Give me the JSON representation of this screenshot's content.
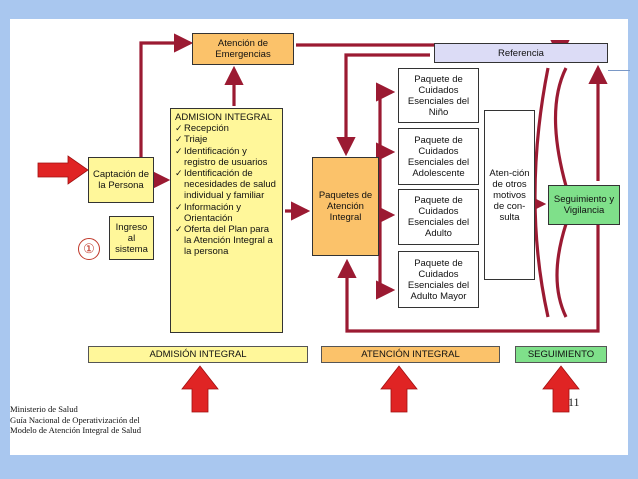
{
  "boxes": {
    "emergencias": "Atención de Emergencias",
    "referencia": "Referencia",
    "captacion": "Captación de la Persona",
    "ingreso": "Ingreso al sistema",
    "paquetes": "Paquetes de Atención Integral",
    "nino": "Paquete de Cuidados Esenciales del Niño",
    "adolescente": "Paquete de Cuidados Esenciales del Adolescente",
    "adulto": "Paquete de Cuidados Esenciales del Adulto",
    "adulto_mayor": "Paquete de Cuidados Esenciales del Adulto Mayor",
    "otros": "Aten-ción de otros motivos de con-sulta",
    "seguimiento": "Seguimiento y Vigilancia"
  },
  "admision": {
    "title": "ADMISION INTEGRAL",
    "items": [
      "Recepción",
      "Triaje",
      "Identificación y registro de usuarios",
      "Identificación de necesidades de salud individual y familiar",
      "Información y Orientación",
      "Oferta del Plan para la Atención Integral a la persona"
    ]
  },
  "labels": {
    "admision": "ADMISIÓN INTEGRAL",
    "atencion": "ATENCIÓN INTEGRAL",
    "seguimiento": "SEGUIMIENTO"
  },
  "marker": "①",
  "footer": [
    "Ministerio de Salud",
    "Guía Nacional de Operativización del",
    "Modelo de Atención Integral de Salud"
  ],
  "page_number": "11",
  "colors": {
    "arrow": "#9b1a32",
    "big_arrow": "#e02424",
    "yellow": "#fff79a",
    "orange": "#fbc26a",
    "green": "#7fe08a",
    "lavender": "#dcdcf6"
  }
}
